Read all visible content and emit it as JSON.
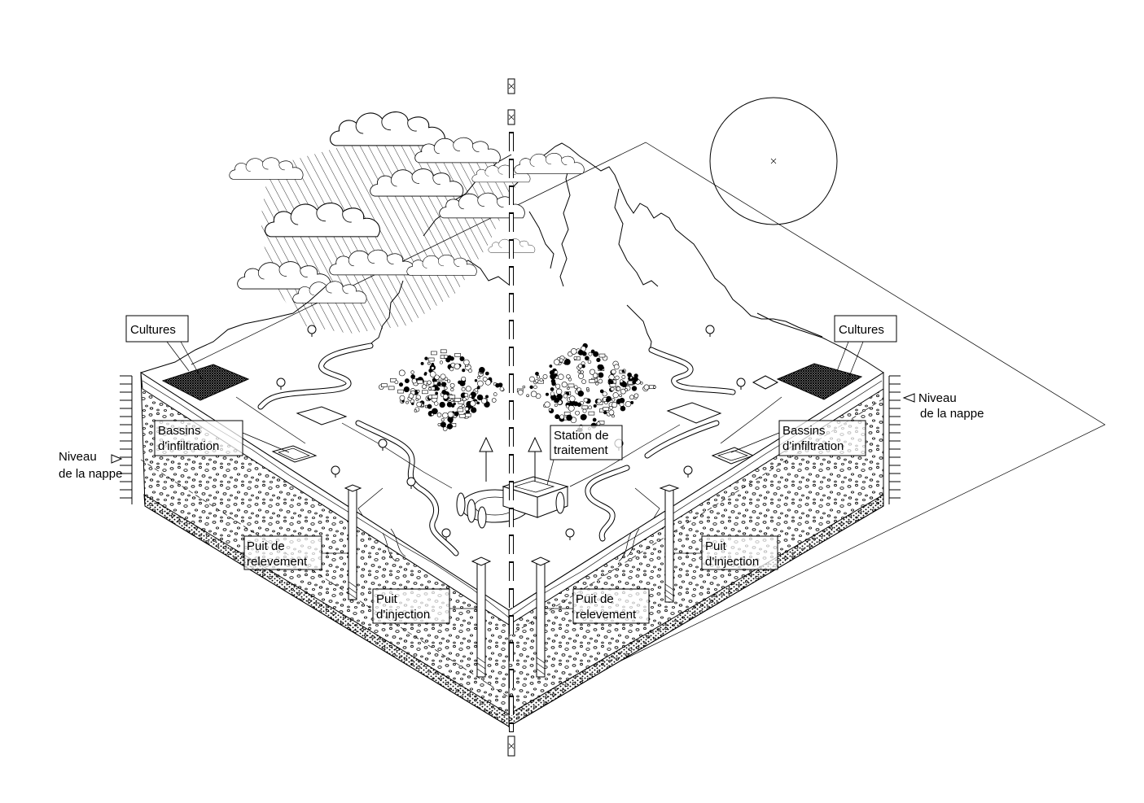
{
  "diagram": {
    "left": {
      "cultures": "Cultures",
      "niveau": [
        "Niveau",
        "de la nappe"
      ],
      "bassins": [
        "Bassins",
        "d'infiltration"
      ],
      "puit_relevement": [
        "Puit de",
        "relevement"
      ],
      "puit_injection": [
        "Puit",
        "d'injection"
      ]
    },
    "right": {
      "cultures": "Cultures",
      "niveau": [
        "Niveau",
        "de la nappe"
      ],
      "bassins": [
        "Bassins",
        "d'infiltration"
      ],
      "puit_relevement": [
        "Puit de",
        "relevement"
      ],
      "puit_injection": [
        "Puit",
        "d'injection"
      ]
    },
    "center": {
      "station": [
        "Station de",
        "traitement"
      ]
    }
  }
}
